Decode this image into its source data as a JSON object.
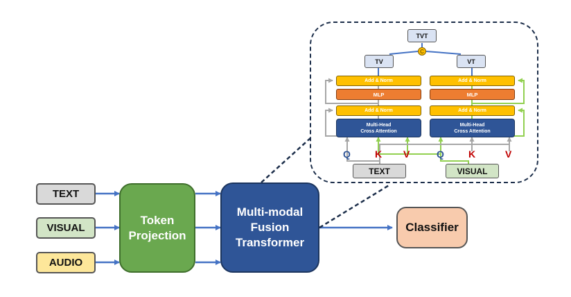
{
  "inputs": {
    "text": "TEXT",
    "visual": "VISUAL",
    "audio": "AUDIO"
  },
  "token_projection": {
    "line1": "Token",
    "line2": "Projection"
  },
  "fusion_transformer": {
    "line1": "Multi-modal",
    "line2": "Fusion",
    "line3": "Transformer"
  },
  "classifier": "Classifier",
  "detail": {
    "tvt": "TVT",
    "concat_symbol": "C",
    "tv": "TV",
    "vt": "VT",
    "add_norm": "Add & Norm",
    "mlp": "MLP",
    "mhca_line1": "Multi-Head",
    "mhca_line2": "Cross Attention",
    "q": "Q",
    "k": "K",
    "v": "V",
    "text_input": "TEXT",
    "visual_input": "VISUAL"
  },
  "colors": {
    "arrow_blue": "#4472c4",
    "residual_gray": "#a6a6a6",
    "residual_green": "#92d050",
    "dashed_navy": "#1c2e4a"
  }
}
